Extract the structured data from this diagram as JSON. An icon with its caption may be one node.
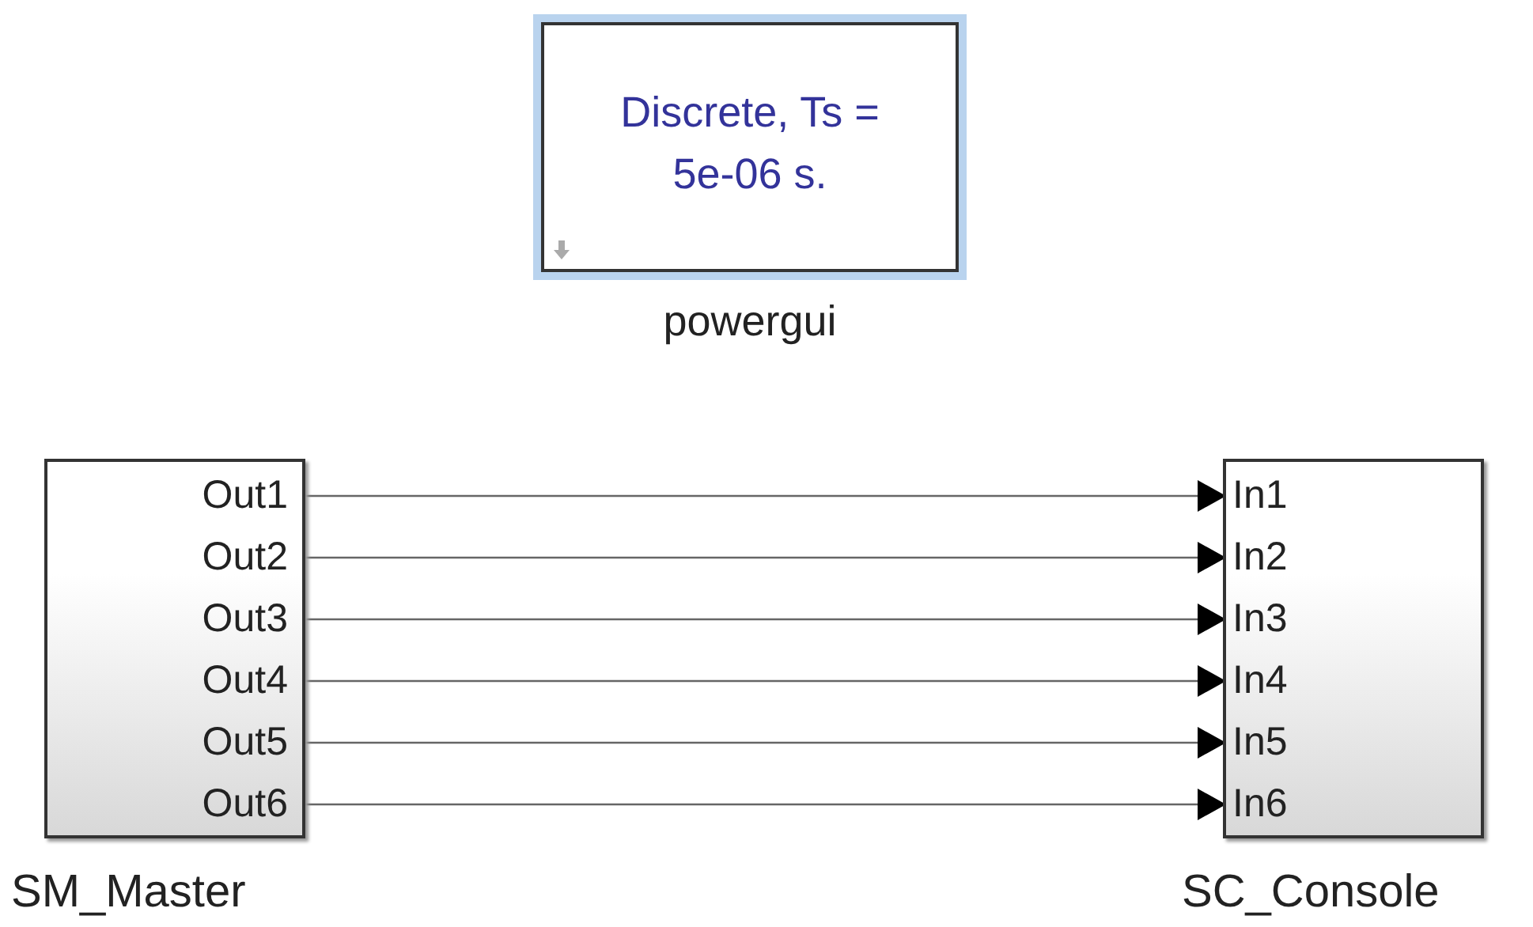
{
  "diagram": {
    "nodes": [
      {
        "text": [
          "Discrete, Ts = 5e-06 s."
        ],
        "beside": [
          "powergui"
        ]
      },
      {
        "text": [
          "SM_Master"
        ]
      },
      {
        "text": [
          "Out1"
        ],
        "in": 1
      },
      {
        "text": [
          "Out2"
        ],
        "in": 1
      },
      {
        "text": [
          "Out3"
        ],
        "in": 1
      },
      {
        "text": [
          "Out4"
        ],
        "in": 1
      },
      {
        "text": [
          "Out5"
        ],
        "in": 1
      },
      {
        "text": [
          "Out6"
        ],
        "in": 1
      },
      {
        "text": [
          "SC_Console"
        ]
      },
      {
        "text": [
          "In1"
        ],
        "in": 8
      },
      {
        "text": [
          "In2"
        ],
        "in": 8
      },
      {
        "text": [
          "In3"
        ],
        "in": 8
      },
      {
        "text": [
          "In4"
        ],
        "in": 8
      },
      {
        "text": [
          "In5"
        ],
        "in": 8
      },
      {
        "text": [
          "In6"
        ],
        "in": 8
      }
    ],
    "edges": [
      {
        "from": 2,
        "to": 9,
        "arrow": "to"
      },
      {
        "from": 3,
        "to": 10,
        "arrow": "to"
      },
      {
        "from": 4,
        "to": 11,
        "arrow": "to"
      },
      {
        "from": 5,
        "to": 12,
        "arrow": "to"
      },
      {
        "from": 6,
        "to": 13,
        "arrow": "to"
      },
      {
        "from": 7,
        "to": 14,
        "arrow": "to"
      }
    ]
  }
}
